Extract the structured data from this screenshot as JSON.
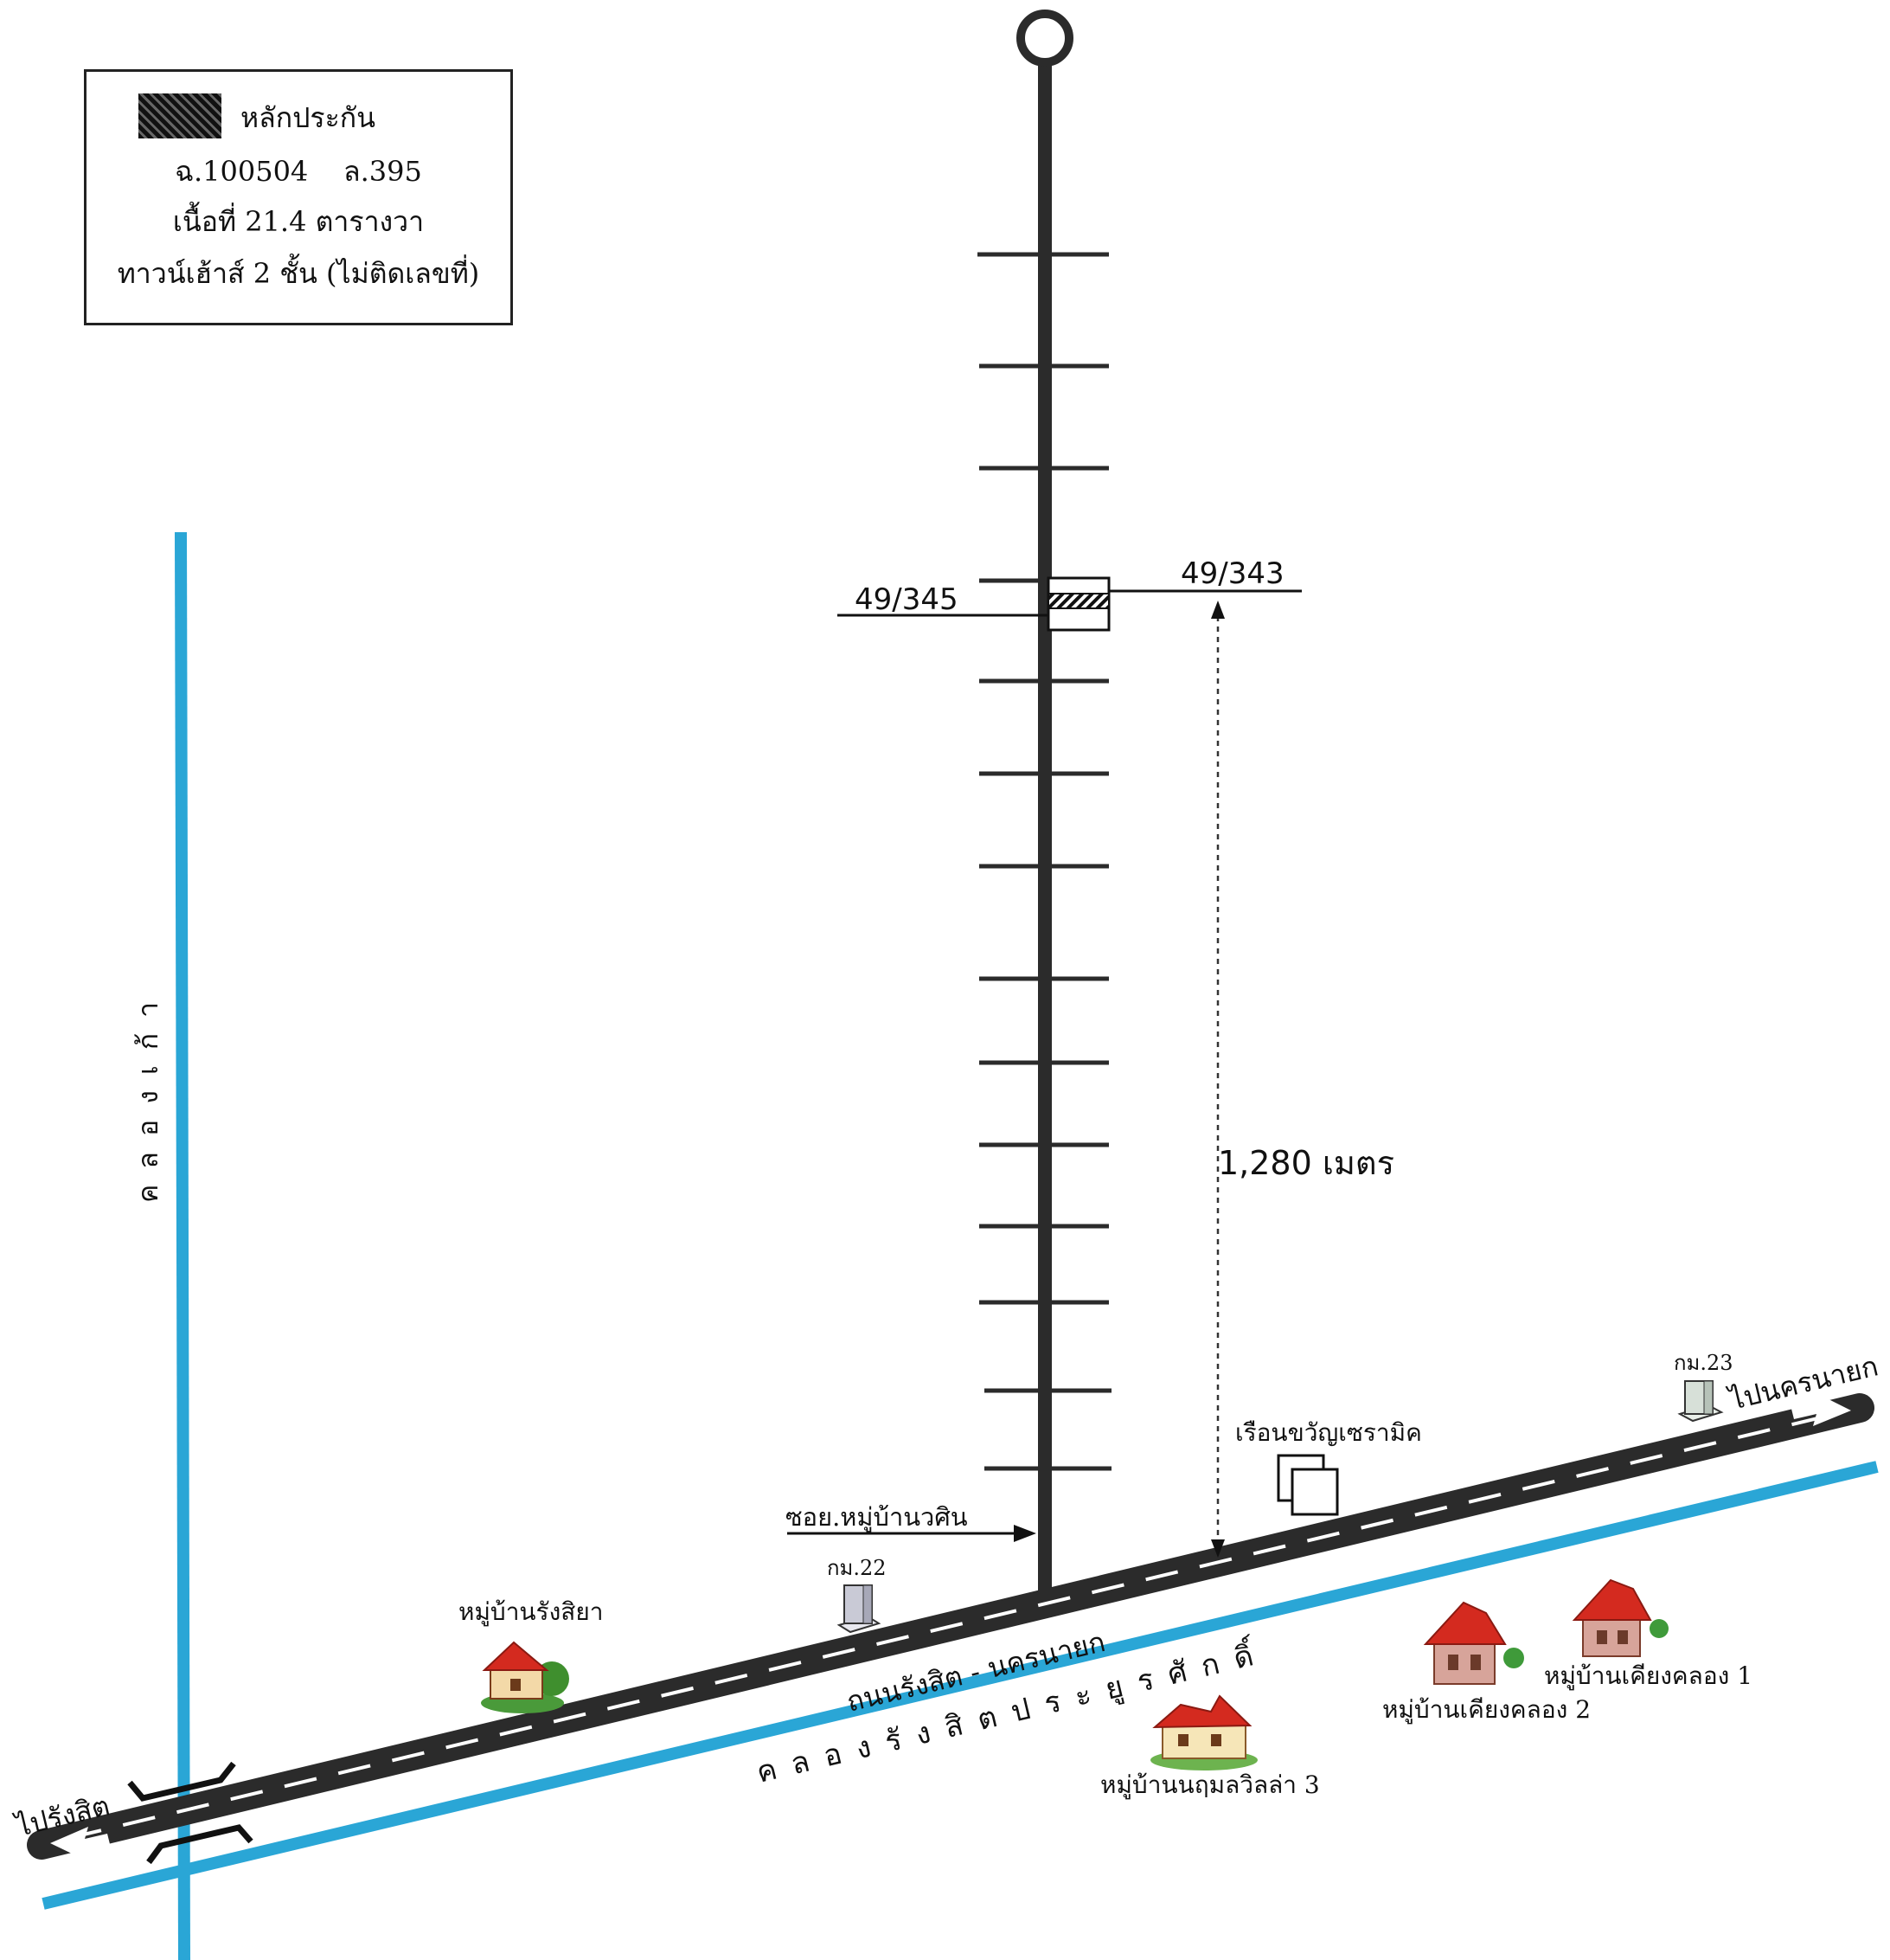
{
  "legend": {
    "title": "หลักประกัน",
    "deed_line": "ฉ.100504    ล.395",
    "area_line": "เนื้อที่ 21.4 ตารางวา",
    "type_line": "ทาวน์เฮ้าส์ 2 ชั้น (ไม่ติดเลขที่)"
  },
  "labels": {
    "plot_left": "49/345",
    "plot_right": "49/343",
    "distance": "1,280 เมตร",
    "soi": "ซอย.หมู่บ้านวศิน",
    "canal_old": "คลองเก้า",
    "canal_main": "คลองรังสิตประยูรศักดิ์",
    "road": "ถนนรังสิต - นครนายก",
    "to_west": "ไปรังสิต",
    "to_east": "ไปนครนายก",
    "km22": "กม.22",
    "km23": "กม.23",
    "village_rangsiya": "หมู่บ้านรังสิยา",
    "village_ceramic": "เรือนขวัญเซรามิค",
    "village_nudom": "หมู่บ้านนฤมลวิลล่า 3",
    "village_kiang2": "หมู่บ้านเคียงคลอง 2",
    "village_kiang1": "หมู่บ้านเคียงคลอง 1"
  },
  "colors": {
    "canal": "#2aa6d6",
    "road": "#2b2b2b",
    "roof": "#d42a1f"
  }
}
